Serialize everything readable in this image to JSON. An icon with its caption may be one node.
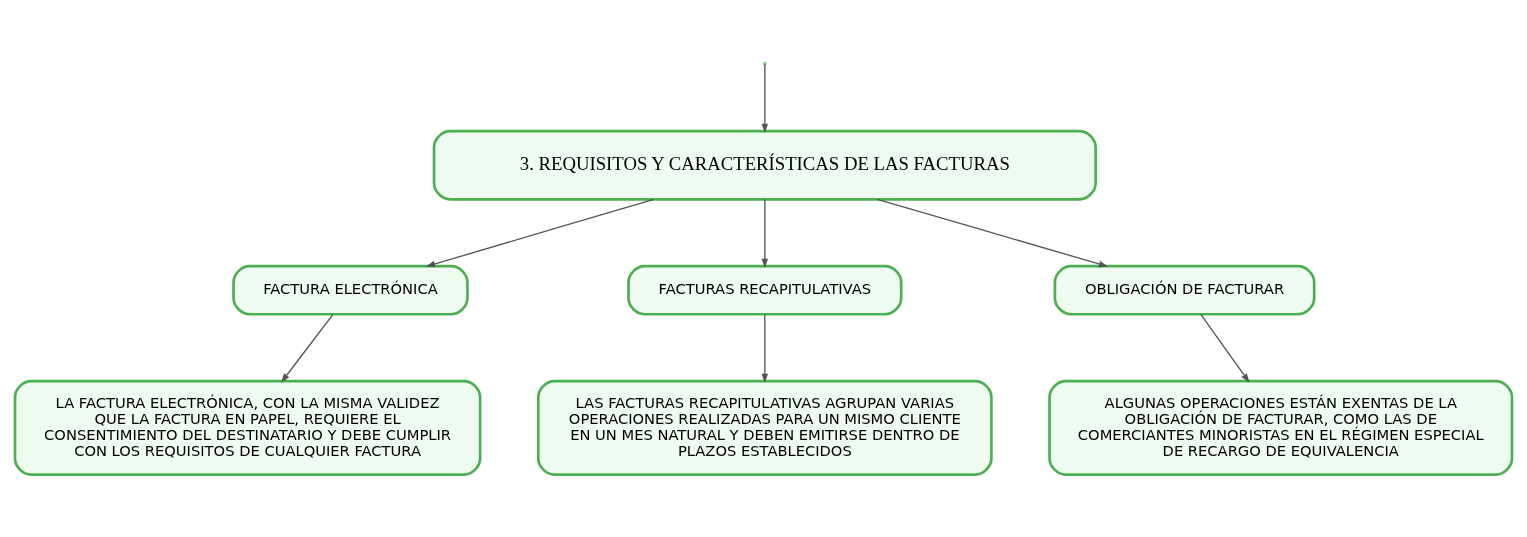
{
  "diagram": {
    "nodes": [
      {
        "text": [
          "3. REQUISITOS Y CARACTERÍSTICAS DE LAS FACTURAS"
        ]
      },
      {
        "text": [
          "FACTURA ELECTRÓNICA"
        ]
      },
      {
        "text": [
          "FACTURAS RECAPITULATIVAS"
        ]
      },
      {
        "text": [
          "OBLIGACIÓN DE FACTURAR"
        ]
      },
      {
        "text": [
          "LA FACTURA ELECTRÓNICA, CON LA MISMA VALIDEZ QUE LA FACTURA EN PAPEL, REQUIERE EL CONSENTIMIENTO DEL DESTINATARIO Y DEBE CUMPLIR CON LOS REQUISITOS DE CUALQUIER FACTURA"
        ]
      },
      {
        "text": [
          "LAS FACTURAS RECAPITULATIVAS AGRUPAN VARIAS OPERACIONES REALIZADAS PARA UN MISMO CLIENTE EN UN MES NATURAL Y DEBEN EMITIRSE DENTRO DE PLAZOS ESTABLECIDOS"
        ]
      },
      {
        "text": [
          "ALGUNAS OPERACIONES ESTÁN EXENTAS DE LA OBLIGACIÓN DE FACTURAR, COMO LAS DE COMERCIANTES MINORISTAS EN EL RÉGIMEN ESPECIAL DE RECARGO DE EQUIVALENCIA"
        ]
      }
    ],
    "edges": [
      {
        "from": null,
        "to": 0,
        "arrow": "to"
      },
      {
        "from": 0,
        "to": 1,
        "arrow": "to"
      },
      {
        "from": 0,
        "to": 2,
        "arrow": "to"
      },
      {
        "from": 0,
        "to": 3,
        "arrow": "to"
      },
      {
        "from": 1,
        "to": 4,
        "arrow": "to"
      },
      {
        "from": 2,
        "to": 5,
        "arrow": "to"
      },
      {
        "from": 3,
        "to": 6,
        "arrow": "to"
      }
    ]
  }
}
